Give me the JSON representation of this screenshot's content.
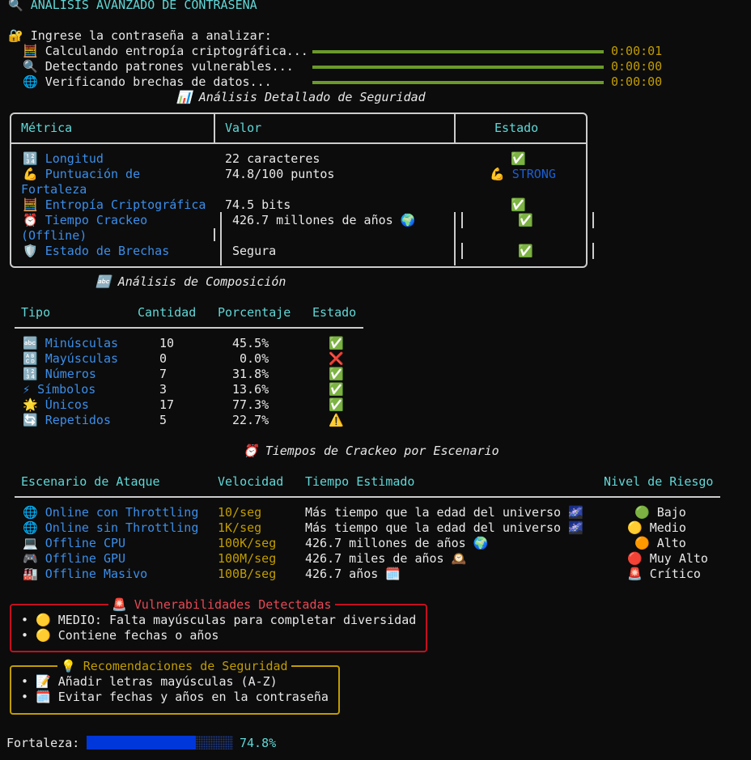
{
  "header": {
    "title": "🔍 ANÁLISIS AVANZADO DE CONTRASEÑA"
  },
  "prompt": {
    "text": "🔐 Ingrese la contraseña a analizar:"
  },
  "progress": [
    {
      "icon": "🧮",
      "label": "Calculando entropía criptográfica...",
      "time": "0:00:01",
      "value": 1.0
    },
    {
      "icon": "🔍",
      "label": "Detectando patrones vulnerables...",
      "time": "0:00:00",
      "value": 1.0
    },
    {
      "icon": "🌐",
      "label": "Verificando brechas de datos...",
      "time": "0:00:00",
      "value": 1.0
    }
  ],
  "security_table": {
    "title": "📊 Análisis Detallado de Seguridad",
    "headers": [
      "Métrica",
      "Valor",
      "Estado"
    ],
    "rows": [
      {
        "icon": "🔢",
        "metric": "Longitud",
        "metric2": "",
        "value": "22 caracteres",
        "status": "✅"
      },
      {
        "icon": "💪",
        "metric": "Puntuación de",
        "metric2": "Fortaleza",
        "value": "74.8/100 puntos",
        "status": "💪 STRONG"
      },
      {
        "icon": "🧮",
        "metric": "Entropía Criptográfica",
        "metric2": "",
        "value": "74.5 bits",
        "status": "✅"
      },
      {
        "icon": "⏰",
        "metric": "Tiempo Crackeo",
        "metric2": "(Offline)",
        "value": "426.7 millones de años 🌍",
        "status": "✅"
      },
      {
        "icon": "🛡️",
        "metric": "Estado de Brechas",
        "metric2": "",
        "value": "Segura",
        "status": "✅"
      }
    ]
  },
  "composition": {
    "title": "🔤 Análisis de Composición",
    "headers": [
      "Tipo",
      "Cantidad",
      "Porcentaje",
      "Estado"
    ],
    "rows": [
      {
        "icon": "🔤",
        "tipo": "Minúsculas",
        "cantidad": "10",
        "porcentaje": "45.5%",
        "estado": "✅"
      },
      {
        "icon": "🔠",
        "tipo": "Mayúsculas",
        "cantidad": "0",
        "porcentaje": "0.0%",
        "estado": "❌"
      },
      {
        "icon": "🔢",
        "tipo": "Números",
        "cantidad": "7",
        "porcentaje": "31.8%",
        "estado": "✅"
      },
      {
        "icon": "⚡",
        "tipo": "Símbolos",
        "cantidad": "3",
        "porcentaje": "13.6%",
        "estado": "✅"
      },
      {
        "icon": "🌟",
        "tipo": "Únicos",
        "cantidad": "17",
        "porcentaje": "77.3%",
        "estado": "✅"
      },
      {
        "icon": "🔄",
        "tipo": "Repetidos",
        "cantidad": "5",
        "porcentaje": "22.7%",
        "estado": "⚠️"
      }
    ]
  },
  "crack": {
    "title": "⏰ Tiempos de Crackeo por Escenario",
    "headers": [
      "Escenario de Ataque",
      "Velocidad",
      "Tiempo Estimado",
      "Nivel de Riesgo"
    ],
    "rows": [
      {
        "icon": "🌐",
        "scenario": "Online con Throttling",
        "speed": "10/seg",
        "time": "Más tiempo que la edad del universo 🌌",
        "risk": "🟢 Bajo"
      },
      {
        "icon": "🌐",
        "scenario": "Online sin Throttling",
        "speed": "1K/seg",
        "time": "Más tiempo que la edad del universo 🌌",
        "risk": "🟡 Medio"
      },
      {
        "icon": "💻",
        "scenario": "Offline CPU",
        "speed": "100K/seg",
        "time": "426.7 millones de años 🌍",
        "risk": "🟠 Alto"
      },
      {
        "icon": "🎮",
        "scenario": "Offline GPU",
        "speed": "100M/seg",
        "time": "426.7 miles de años 🕰️",
        "risk": "🔴 Muy Alto"
      },
      {
        "icon": "🏭",
        "scenario": "Offline Masivo",
        "speed": "100B/seg",
        "time": "426.7 años 🗓️",
        "risk": "🚨 Crítico"
      }
    ]
  },
  "vulnerabilities": {
    "title": "🚨 Vulnerabilidades Detectadas",
    "items": [
      "• 🟡 MEDIO: Falta mayúsculas para completar diversidad",
      "• 🟡 Contiene fechas o años"
    ],
    "color": "#c50f1f"
  },
  "recommendations": {
    "title": "💡 Recomendaciones de Seguridad",
    "items": [
      "• 📝 Añadir letras mayúsculas (A-Z)",
      "• 🗓️ Evitar fechas y años en la contraseña"
    ],
    "color": "#c19c00"
  },
  "strength": {
    "label": "Fortaleza:",
    "value_text": "74.8%",
    "value": 0.748,
    "color": "#0037da"
  }
}
